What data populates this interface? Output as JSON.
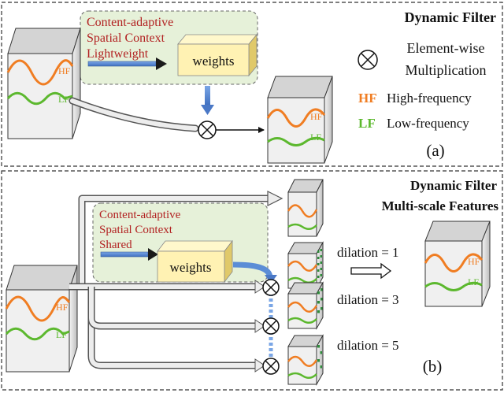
{
  "panel_a": {
    "title": "Dynamic Filter",
    "context_line1": "Content-adaptive",
    "context_line2": "Spatial Context",
    "context_line3": "Lightweight",
    "weights_label": "weights",
    "legend_mult_line1": "Element-wise",
    "legend_mult_line2": "Multiplication",
    "legend_hf_abbr": "HF",
    "legend_hf_text": "High-frequency",
    "legend_lf_abbr": "LF",
    "legend_lf_text": "Low-frequency",
    "cube_hf": "HF",
    "cube_lf": "LF",
    "panel_label": "(a)"
  },
  "panel_b": {
    "title_line1": "Dynamic Filter",
    "title_line2": "Multi-scale Features",
    "context_line1": "Content-adaptive",
    "context_line2": "Spatial Context",
    "context_line3": "Shared",
    "weights_label": "weights",
    "dilations": [
      "dilation = 1",
      "dilation = 3",
      "dilation = 5"
    ],
    "cube_hf": "HF",
    "cube_lf": "LF",
    "panel_label": "(b)"
  },
  "colors": {
    "hf_wave": "#f07d22",
    "lf_wave": "#5cb82e",
    "context_box": "#e6f1d9",
    "weights_box": "#fff2b3",
    "blue_arrow": "#5b8dd6",
    "cube_front": "#f0f0f0",
    "cube_top": "#d4d4d4",
    "cube_side": "#9d9d9d",
    "dots": "#2e8b3a",
    "text_red": "#b22222"
  }
}
